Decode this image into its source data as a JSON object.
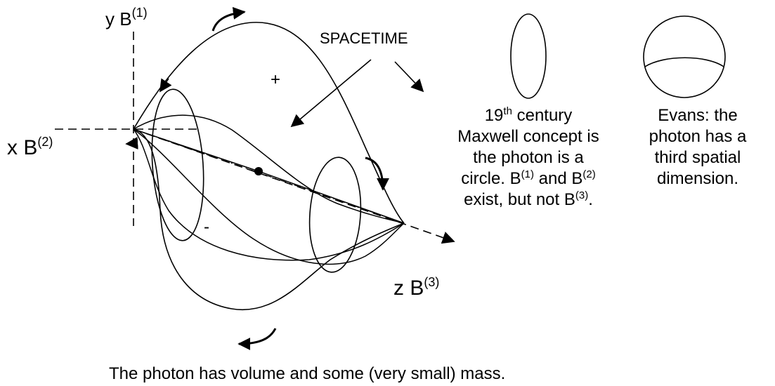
{
  "axes": {
    "y": {
      "var": "y",
      "base": "B",
      "sup": "(1)"
    },
    "x": {
      "var": "x",
      "base": "B",
      "sup": "(2)"
    },
    "z": {
      "var": "z",
      "base": "B",
      "sup": "(3)"
    }
  },
  "labels": {
    "spacetime": "SPACETIME",
    "plus": "+",
    "minus": "-"
  },
  "maxwell_caption": {
    "line1_pre": "19",
    "line1_sup": "th",
    "line1_post": " century",
    "line2": "Maxwell concept is",
    "line3": "the photon is a",
    "line4_pre": "circle.  B",
    "line4_sup1": "(1)",
    "line4_mid": " and B",
    "line4_sup2": "(2)",
    "line5_pre": "exist, but not B",
    "line5_sup": "(3)",
    "line5_post": "."
  },
  "evans_caption": {
    "line1": "Evans:  the",
    "line2": "photon has a",
    "line3": "third spatial",
    "line4": "dimension."
  },
  "bottom_caption": "The photon has volume and some (very small) mass."
}
